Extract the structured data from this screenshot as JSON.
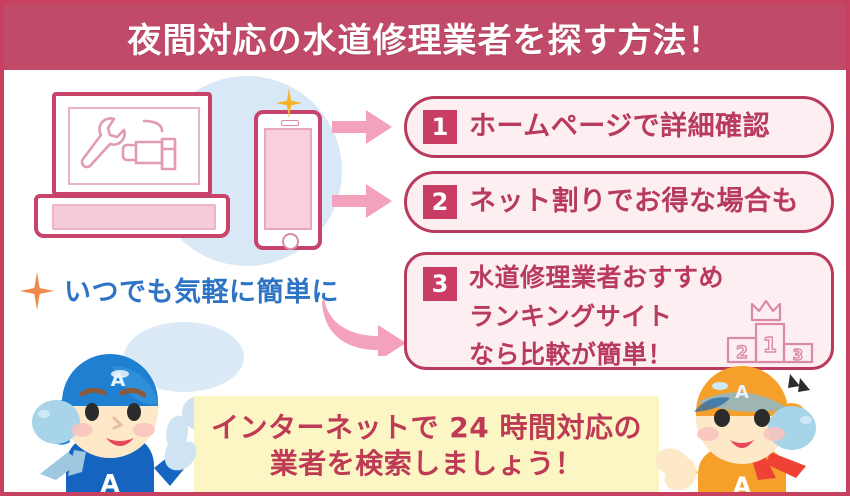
{
  "header": {
    "title": "夜間対応の水道修理業者を探す方法！",
    "bar_color": "#c14a68"
  },
  "left_panel": {
    "caption": "いつでも気軽に簡単に",
    "caption_color": "#2e74c4",
    "laptop_icons": [
      "wrench-icon",
      "faucet-icon"
    ],
    "phone_label": "smartphone-illustration"
  },
  "steps": [
    {
      "number": "1",
      "lines": [
        "ホームページで詳細確認"
      ]
    },
    {
      "number": "2",
      "lines": [
        "ネット割りでお得な場合も"
      ]
    },
    {
      "number": "3",
      "lines": [
        "水道修理業者おすすめ",
        "ランキングサイト",
        "なら比較が簡単！"
      ]
    }
  ],
  "podium": {
    "first": "1",
    "second": "2",
    "third": "3"
  },
  "callout": {
    "line1": "インターネットで 24 時間対応の",
    "line2": "業者を検索しましょう！",
    "background": "#fbf6c4",
    "text_color": "#bf3a55"
  },
  "mascots": {
    "blue": {
      "cap_letter": "A",
      "shirt_letter": "A"
    },
    "orange": {
      "cap_letter": "A",
      "shirt_letter": "A"
    }
  },
  "colors": {
    "frame": "#c7405f",
    "accent_pink": "#b83a5c",
    "badge": "#c93d64",
    "step_fill": "#fdeef2",
    "arrow": "#f3a1bd",
    "circle_blue": "#d9e8f7"
  }
}
